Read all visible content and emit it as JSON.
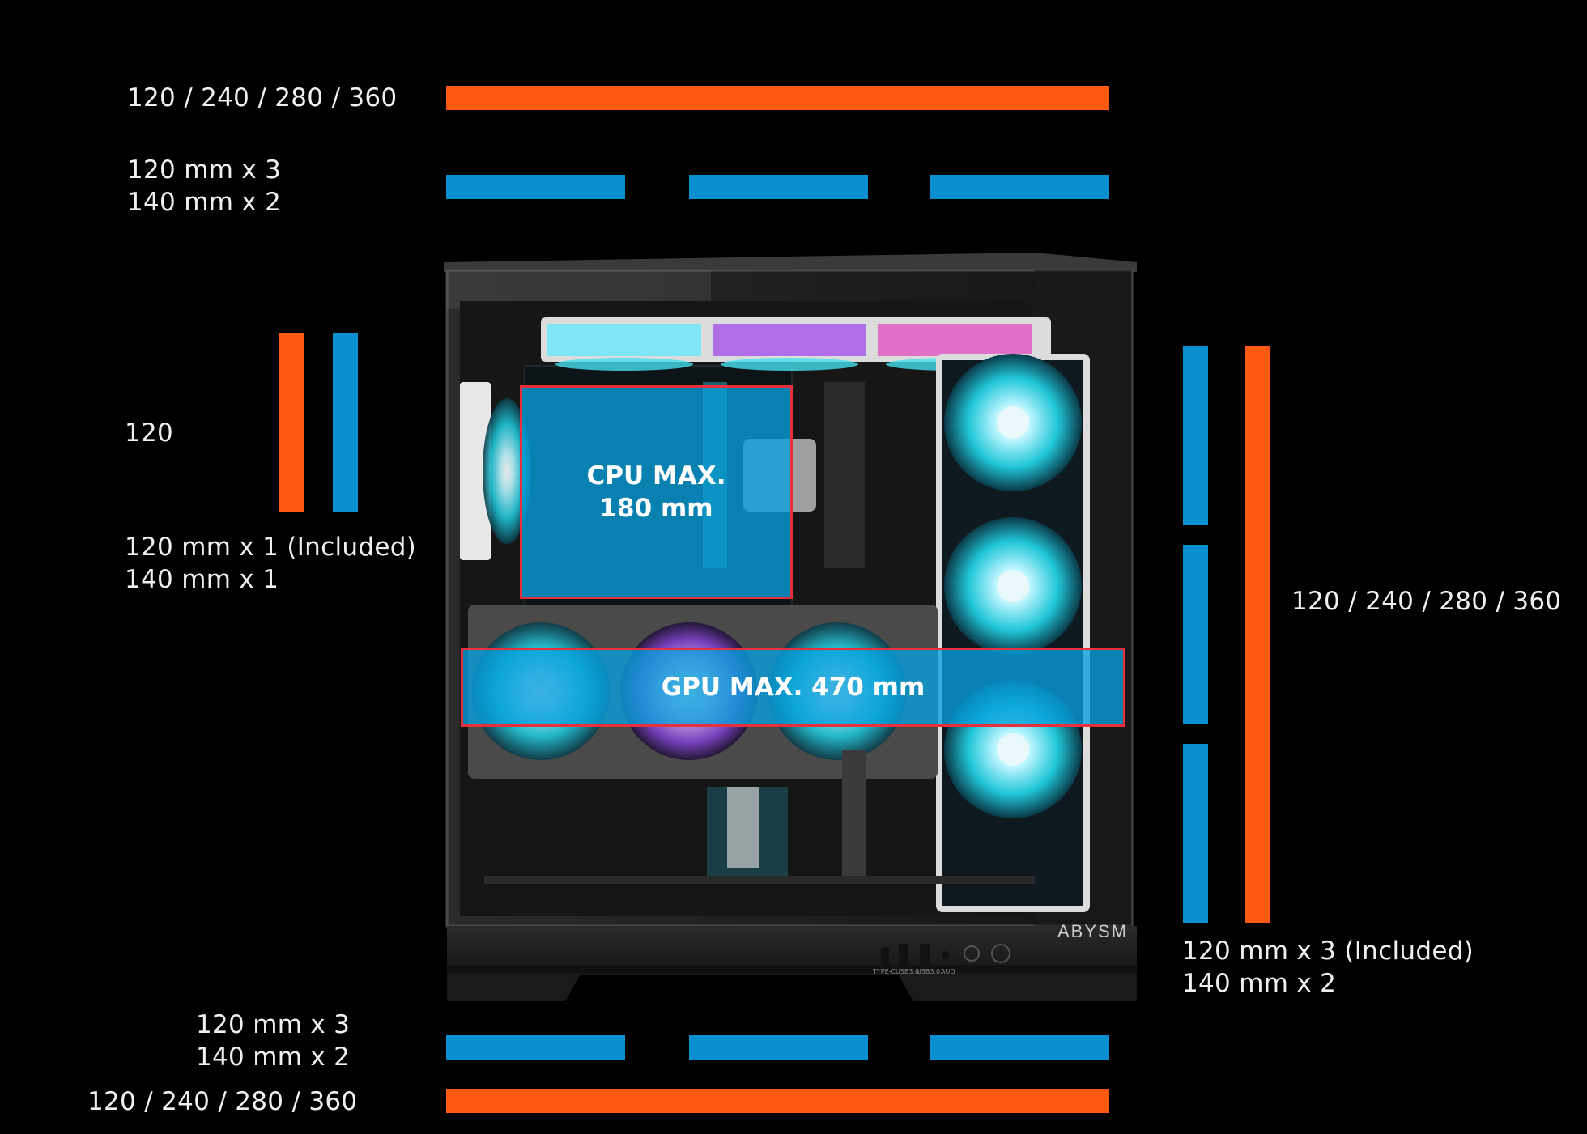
{
  "labels": {
    "top_radiator": "120 / 240 / 280 / 360",
    "top_fans_line1": "120 mm x 3",
    "top_fans_line2": "140 mm x 2",
    "rear_radiator": "120",
    "rear_fans_line1": "120 mm x 1 (Included)",
    "rear_fans_line2": "140 mm x 1",
    "side_radiator": "120 / 240 / 280 / 360",
    "side_fans_line1": "120 mm x 3 (Included)",
    "side_fans_line2": "140 mm x 2",
    "bottom_fans_line1": "120 mm x 3",
    "bottom_fans_line2": "140 mm x 2",
    "bottom_radiator": "120 / 240 / 280 / 360"
  },
  "overlays": {
    "cpu_line1": "CPU MAX.",
    "cpu_line2": "180 mm",
    "gpu": "GPU MAX. 470 mm"
  },
  "brand": "ABYSM",
  "io_labels": [
    "TYPE-C",
    "USB3.0",
    "USB3.0",
    "AUD",
    "",
    ""
  ],
  "colors": {
    "radiator_orange": "#ff5a0f",
    "fan_blue": "#0a8fd0",
    "overlay_border": "#e8303c",
    "overlay_fill": "#08a0dc",
    "background": "#000000"
  }
}
